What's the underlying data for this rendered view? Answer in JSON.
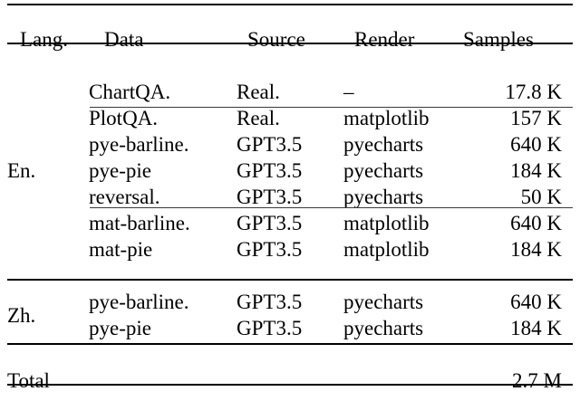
{
  "table": {
    "caption": "",
    "columns": [
      {
        "key": "lang",
        "label": "Lang."
      },
      {
        "key": "data",
        "label": "Data"
      },
      {
        "key": "source",
        "label": "Source"
      },
      {
        "key": "render",
        "label": "Render"
      },
      {
        "key": "samples",
        "label": "Samples"
      }
    ],
    "groups": [
      {
        "lang": "En.",
        "blocks": [
          {
            "rows": [
              {
                "data": "ChartQA.",
                "source": "Real.",
                "render": "–",
                "samples": "17.8 K"
              },
              {
                "data": "PlotQA.",
                "source": "Real.",
                "render": "matplotlib",
                "samples": "157 K"
              }
            ]
          },
          {
            "rows": [
              {
                "data": "pye-barline.",
                "source": "GPT3.5",
                "render": "pyecharts",
                "samples": "640 K"
              },
              {
                "data": "pye-pie",
                "source": "GPT3.5",
                "render": "pyecharts",
                "samples": "184 K"
              },
              {
                "data": "reversal.",
                "source": "GPT3.5",
                "render": "pyecharts",
                "samples": "50 K"
              }
            ]
          },
          {
            "rows": [
              {
                "data": "mat-barline.",
                "source": "GPT3.5",
                "render": "matplotlib",
                "samples": "640 K"
              },
              {
                "data": "mat-pie",
                "source": "GPT3.5",
                "render": "matplotlib",
                "samples": "184 K"
              }
            ]
          }
        ]
      },
      {
        "lang": "Zh.",
        "blocks": [
          {
            "rows": [
              {
                "data": "pye-barline.",
                "source": "GPT3.5",
                "render": "pyecharts",
                "samples": "640 K"
              },
              {
                "data": "pye-pie",
                "source": "GPT3.5",
                "render": "pyecharts",
                "samples": "184 K"
              }
            ]
          }
        ]
      }
    ],
    "total": {
      "lang": "Total",
      "data": "",
      "source": "",
      "render": "",
      "samples": "2.7 M"
    }
  }
}
